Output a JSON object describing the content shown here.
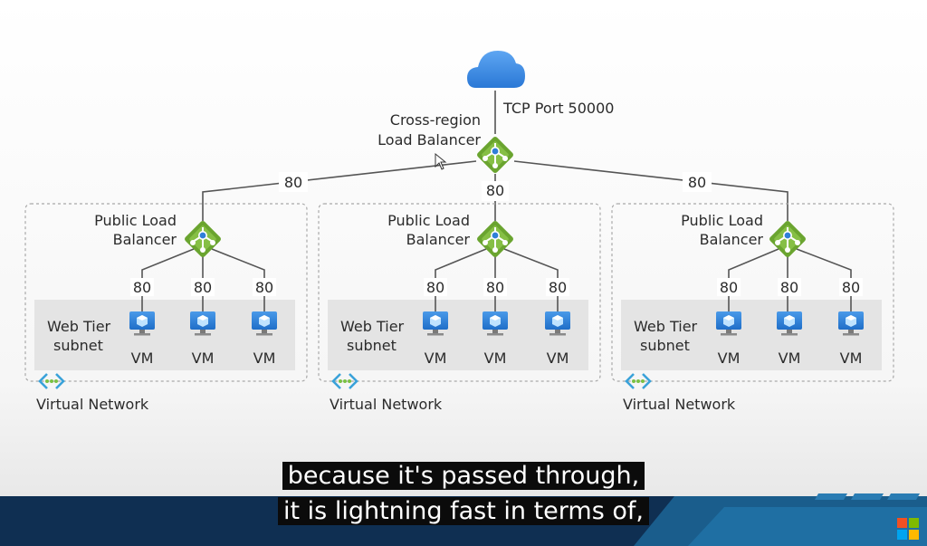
{
  "diagram": {
    "cloud_port_label": "TCP Port 50000",
    "cross_region": {
      "line1": "Cross-region",
      "line2": "Load Balancer"
    },
    "top_ports": [
      "80",
      "80",
      "80"
    ],
    "regions": [
      {
        "lb_line1": "Public Load",
        "lb_line2": "Balancer",
        "subnet_line1": "Web Tier",
        "subnet_line2": "subnet",
        "vm_ports": [
          "80",
          "80",
          "80"
        ],
        "vms": [
          "VM",
          "VM",
          "VM"
        ],
        "vnet_label": "Virtual Network"
      },
      {
        "lb_line1": "Public Load",
        "lb_line2": "Balancer",
        "subnet_line1": "Web Tier",
        "subnet_line2": "subnet",
        "vm_ports": [
          "80",
          "80",
          "80"
        ],
        "vms": [
          "VM",
          "VM",
          "VM"
        ],
        "vnet_label": "Virtual Network"
      },
      {
        "lb_line1": "Public Load",
        "lb_line2": "Balancer",
        "subnet_line1": "Web Tier",
        "subnet_line2": "subnet",
        "vm_ports": [
          "80",
          "80",
          "80"
        ],
        "vms": [
          "VM",
          "VM",
          "VM"
        ],
        "vnet_label": "Virtual Network"
      }
    ]
  },
  "captions": {
    "line1": "because it's passed through,",
    "line2": "it is lightning fast in terms of,"
  },
  "colors": {
    "lb_green": "#6aa42f",
    "cloud_blue": "#3b8ee8",
    "vm_blue": "#2f7fd8",
    "subnet_gray": "#e4e4e4",
    "footer_navy": "#0f2f52",
    "footer_teal": "#1a5d8c"
  },
  "icons": [
    "cloud-icon",
    "load-balancer-icon",
    "vm-icon",
    "virtual-network-icon",
    "windows-logo-icon"
  ]
}
